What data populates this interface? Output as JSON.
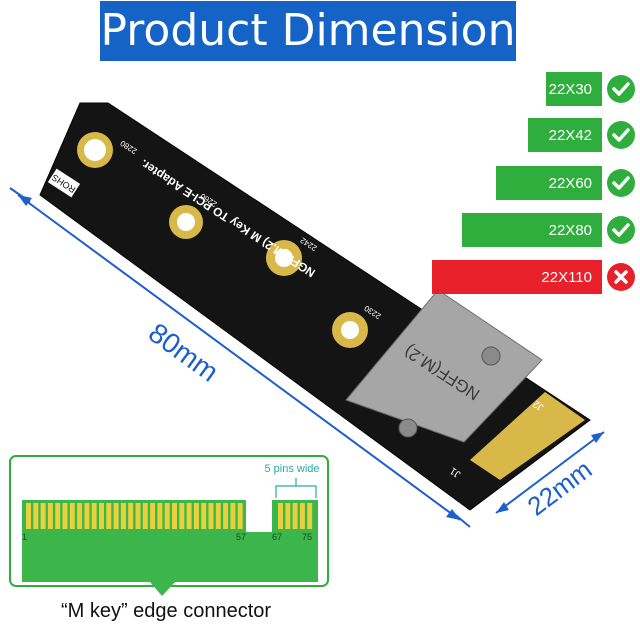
{
  "title": "Product Dimension",
  "board": {
    "label_main": "NGFF(M.2) M Key TO PCI-E Adapter.",
    "rohs": "ROHS",
    "hole_labels": [
      "2280",
      "2260",
      "2242",
      "2230"
    ],
    "connector_label": "NGFF(M.2)",
    "j1": "J1",
    "j2": "J2"
  },
  "dimensions": {
    "length": "80mm",
    "width": "22mm"
  },
  "sizes": [
    {
      "label": "22X30",
      "supported": true
    },
    {
      "label": "22X42",
      "supported": true
    },
    {
      "label": "22X60",
      "supported": true
    },
    {
      "label": "22X80",
      "supported": true
    },
    {
      "label": "22X110",
      "supported": false
    }
  ],
  "connector_detail": {
    "pins_note": "5 pins wide",
    "pin_numbers": [
      "1",
      "57",
      "67",
      "75"
    ],
    "caption": "“M key” edge connector"
  },
  "colors": {
    "title_bg": "#1563c7",
    "ok": "#2fae3e",
    "no": "#e8202a",
    "dimension": "#1d5fcc",
    "pcb": "#111111",
    "gold": "#d9b84a"
  }
}
